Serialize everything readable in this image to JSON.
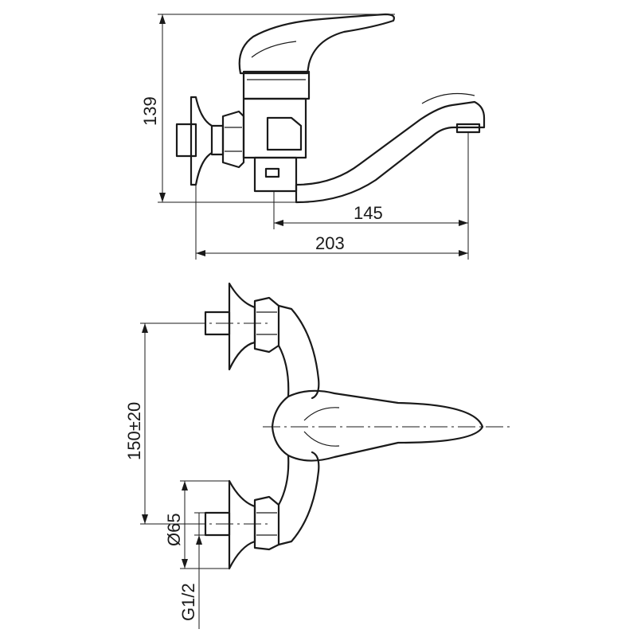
{
  "dimensions": {
    "height": "139",
    "spout_reach": "145",
    "total_length": "203",
    "center_distance": "150±20",
    "flange_diameter": "Ø65",
    "thread": "G1/2"
  }
}
